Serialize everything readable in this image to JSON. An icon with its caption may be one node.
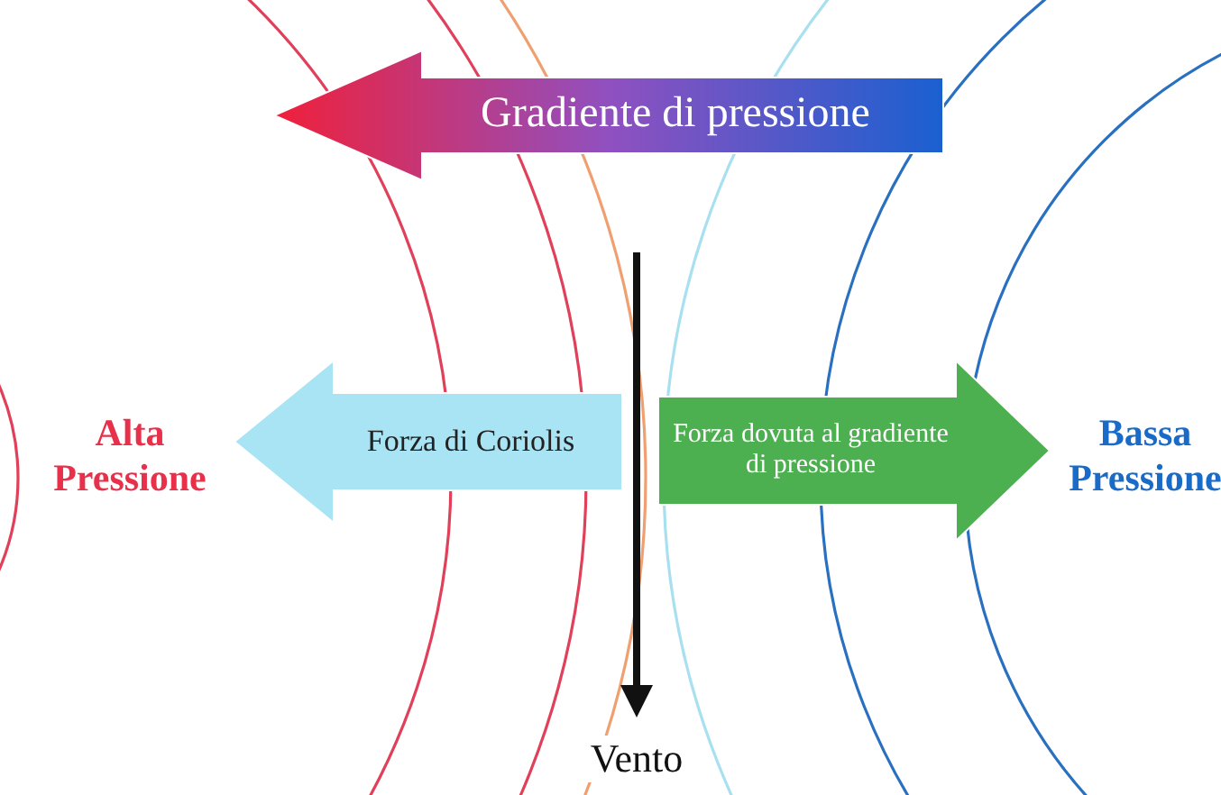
{
  "diagram": {
    "nodes": [
      {
        "text": [
          "Gradiente di pressione"
        ]
      },
      {
        "text": [
          "Forza di Coriolis"
        ]
      },
      {
        "text": [
          "Forza dovuta al gradiente di pressione"
        ]
      }
    ],
    "labels": [
      "Alta Pressione",
      "Bassa Pressione",
      "Vento"
    ]
  }
}
